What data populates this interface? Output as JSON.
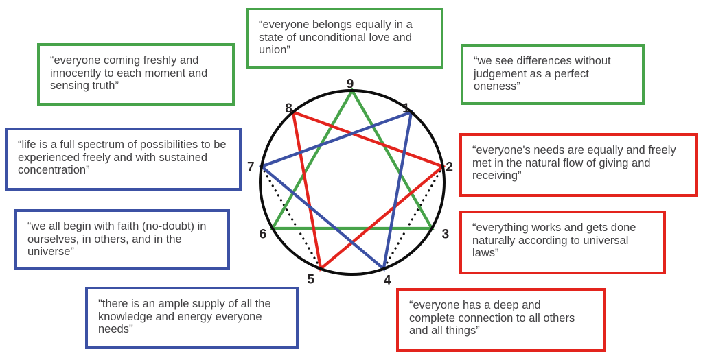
{
  "palette": {
    "green": "#47a34a",
    "blue": "#3c51a4",
    "red": "#e3241d",
    "circle_black": "#0d0d0d",
    "number_color": "#262223",
    "text_color": "#414042",
    "background": "#ffffff"
  },
  "quotes": [
    {
      "id": "top-left",
      "color": "green",
      "text": "“everyone coming freshly and\ninnocently to each moment and\nsensing truth”"
    },
    {
      "id": "top-center",
      "color": "green",
      "text": "“everyone belongs equally in a\nstate of unconditional love and\nunion”"
    },
    {
      "id": "top-right",
      "color": "green",
      "text": "“we see differences without\njudgement as a perfect\noneness”"
    },
    {
      "id": "middle-left",
      "color": "blue",
      "text": "“life is a full spectrum of possibilities to be\nexperienced freely and with sustained\nconcentration”"
    },
    {
      "id": "lower-left",
      "color": "blue",
      "text": "“we all begin with faith (no-doubt) in\nourselves, in others, and in the\nuniverse”"
    },
    {
      "id": "bottom-left",
      "color": "blue",
      "text": "\"there is an ample supply of all the\nknowledge and energy everyone\nneeds\""
    },
    {
      "id": "middle-right",
      "color": "red",
      "text": "“everyone's needs are equally and freely\nmet in the natural flow of giving and\nreceiving”"
    },
    {
      "id": "lower-right",
      "color": "red",
      "text": "“everything works and gets done\nnaturally according to universal\nlaws”"
    },
    {
      "id": "bottom-right",
      "color": "red",
      "text": "“everyone has a deep and\ncomplete connection to all others\nand all things”"
    }
  ],
  "enneagram": {
    "point_labels": [
      "1",
      "2",
      "3",
      "4",
      "5",
      "6",
      "7",
      "8",
      "9"
    ],
    "triads": [
      {
        "color": "green",
        "points": [
          9,
          3,
          6
        ]
      },
      {
        "color": "red",
        "points": [
          2,
          5,
          8
        ]
      },
      {
        "color": "blue",
        "points": [
          1,
          4,
          7
        ]
      }
    ],
    "dotted_chords": [
      [
        7,
        5
      ],
      [
        2,
        4
      ]
    ]
  }
}
